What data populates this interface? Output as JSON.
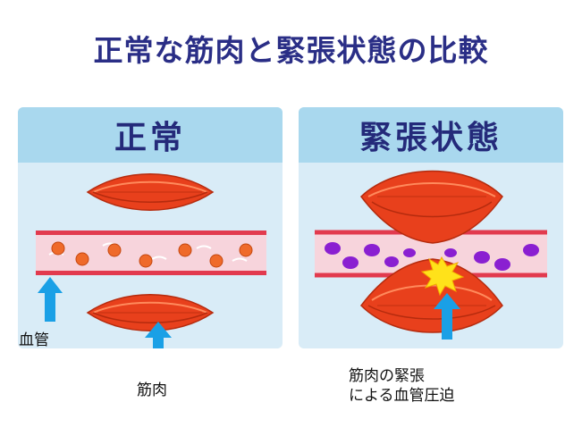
{
  "title": "正常な筋肉と緊張状態の比較",
  "panels": {
    "normal": {
      "heading": "正常"
    },
    "tense": {
      "heading": "緊張状態"
    }
  },
  "labels": {
    "blood_vessel": "血管",
    "muscle": "筋肉",
    "compression_line1": "筋肉の緊張",
    "compression_line2": "による血管圧迫"
  },
  "colors": {
    "muscle": "#e8401c",
    "vessel_fill": "#f7d4dc",
    "vessel_border": "#e23a4e",
    "normal_cells": "#ef6a2a",
    "tense_cells": "#8a1fd1",
    "arrow": "#1aa0e6",
    "panel_bg": "#d9ecf7",
    "panel_header": "#a9d8ee",
    "title": "#2a2e86"
  },
  "icons": [
    "up-arrow-icon",
    "burst-icon"
  ]
}
